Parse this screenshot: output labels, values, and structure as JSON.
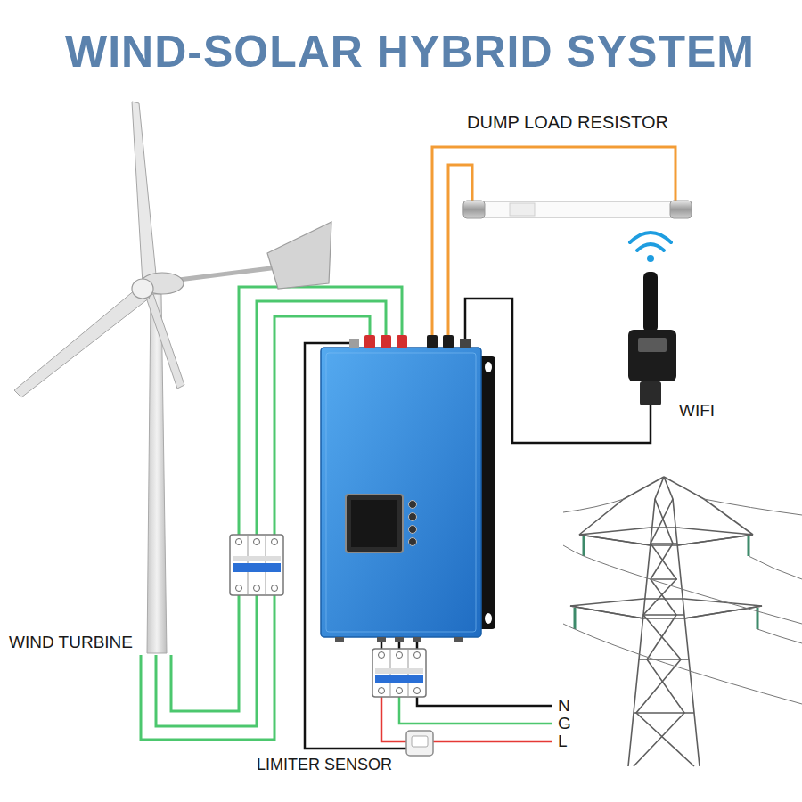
{
  "diagram": {
    "title": "WIND-SOLAR HYBRID SYSTEM",
    "labels": [
      "DUMP LOAD RESISTOR",
      "WIFI",
      "WIND TURBINE",
      "LIMITER SENSOR",
      "N",
      "G",
      "L"
    ]
  }
}
